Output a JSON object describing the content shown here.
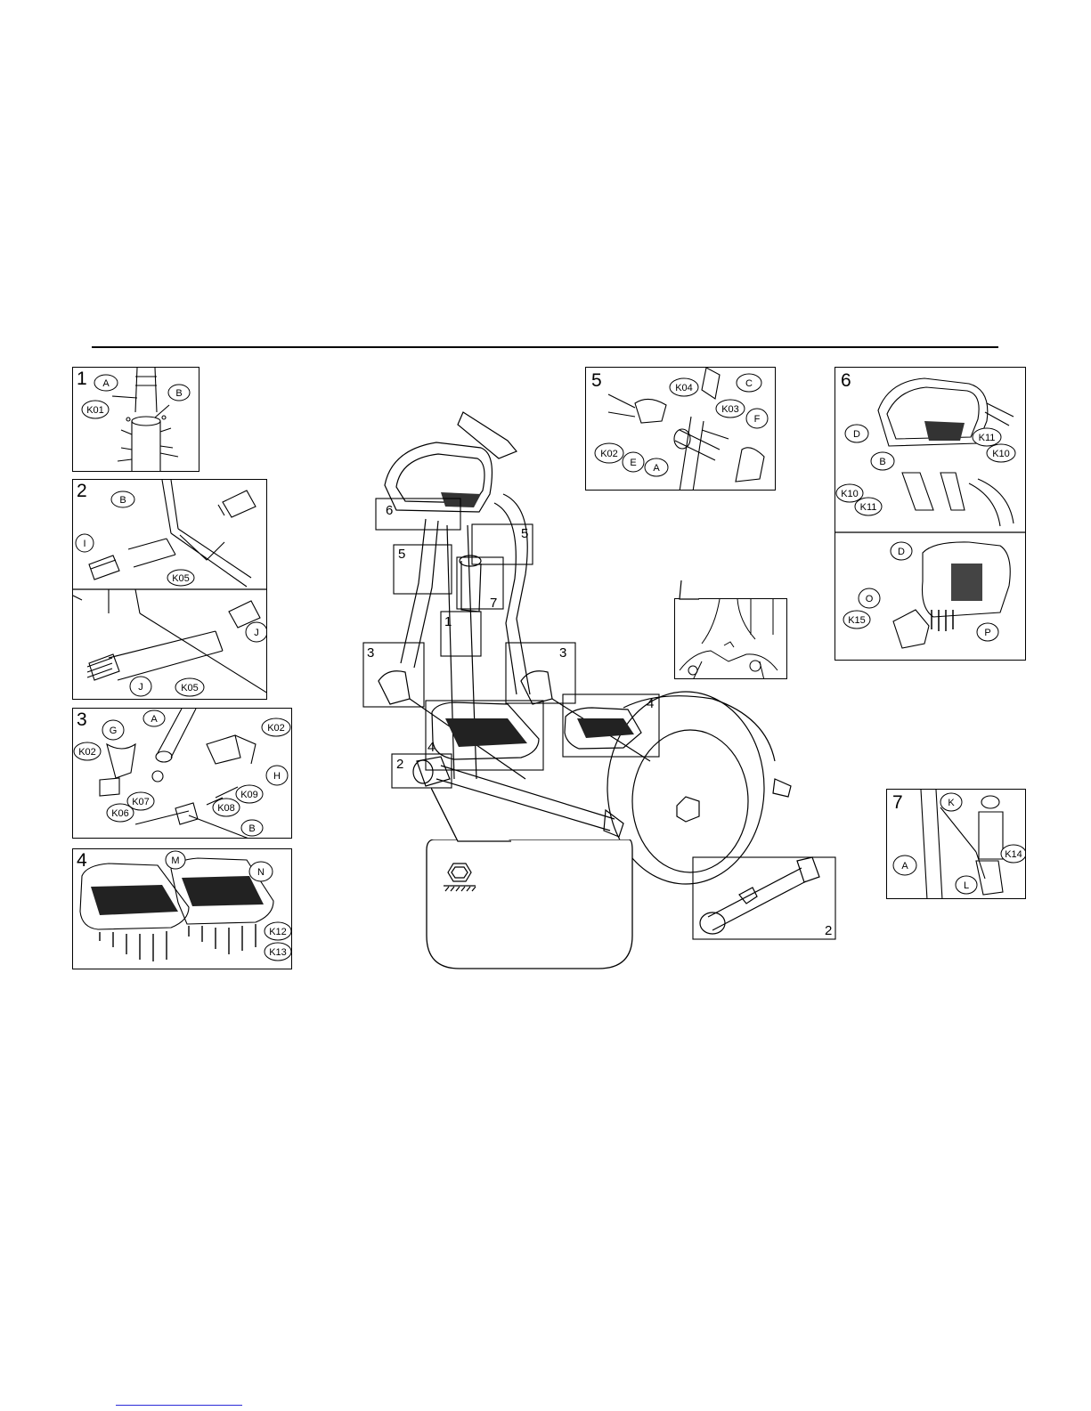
{
  "panels": [
    {
      "id": "1",
      "labels": [
        "A",
        "B",
        "K01"
      ]
    },
    {
      "id": "2",
      "labels": [
        "B",
        "I",
        "K05",
        "J",
        "J",
        "K05"
      ]
    },
    {
      "id": "3",
      "labels": [
        "A",
        "G",
        "K02",
        "K02",
        "H",
        "K07",
        "K09",
        "K08",
        "K06",
        "B"
      ]
    },
    {
      "id": "4",
      "labels": [
        "M",
        "N",
        "K12",
        "K13"
      ]
    },
    {
      "id": "5",
      "labels": [
        "K04",
        "C",
        "K03",
        "F",
        "K02",
        "E",
        "A"
      ]
    },
    {
      "id": "6",
      "labels": [
        "D",
        "K11",
        "K10",
        "B",
        "K10",
        "K11",
        "D",
        "O",
        "K15",
        "P"
      ]
    },
    {
      "id": "7",
      "labels": [
        "K",
        "A",
        "K14",
        "L"
      ]
    }
  ],
  "main_callouts": [
    "6",
    "5",
    "5",
    "7",
    "1",
    "3",
    "3",
    "4",
    "4",
    "2",
    "2"
  ]
}
